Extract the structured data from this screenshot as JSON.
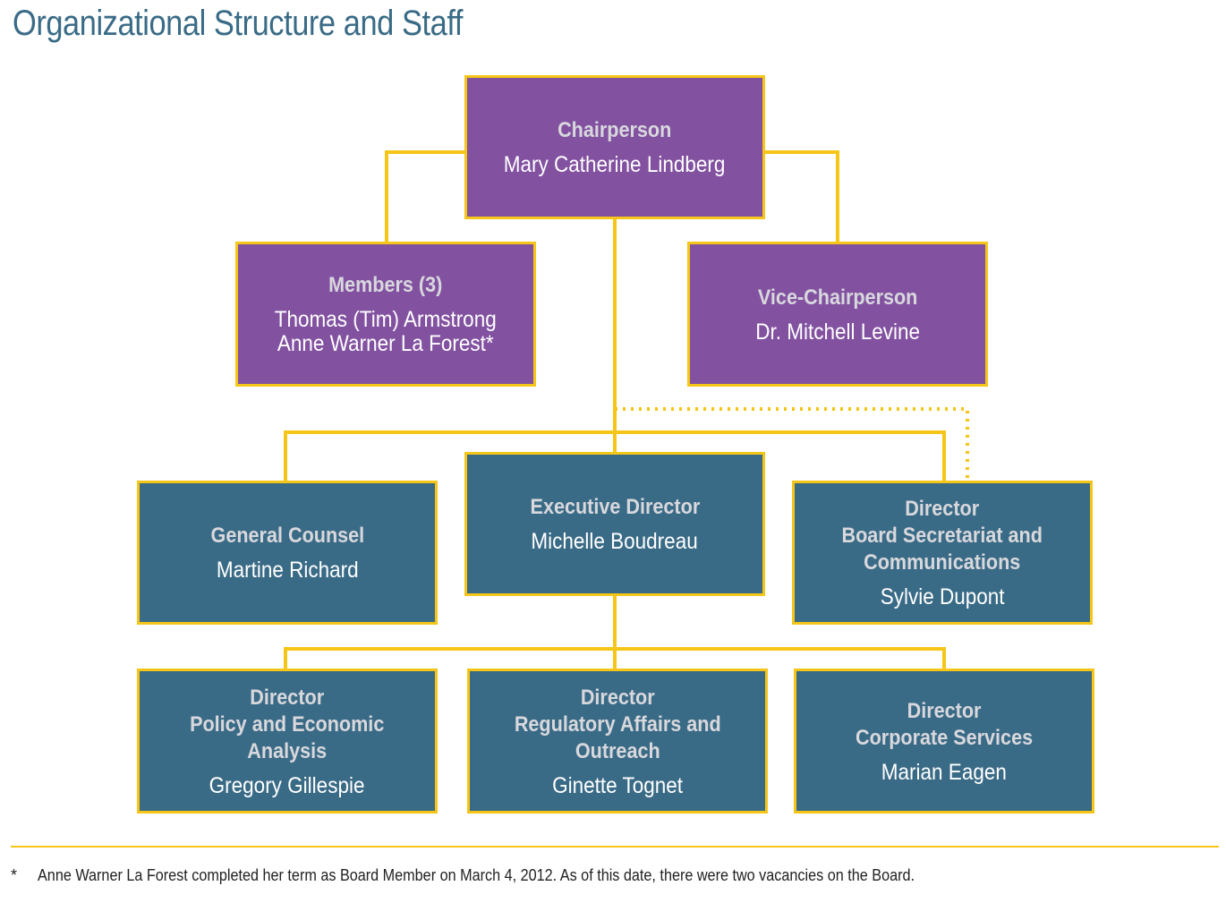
{
  "title": "Organizational Structure and Staff",
  "colors": {
    "title": "#3a6b86",
    "board_box": "#8252a1",
    "staff_box": "#3a6b86",
    "connector": "#f5c518"
  },
  "chart": {
    "chairperson": {
      "role": "Chairperson",
      "name": "Mary Catherine Lindberg"
    },
    "members": {
      "role": "Members (3)",
      "name": "Thomas (Tim) Armstrong\nAnne Warner La Forest*"
    },
    "vice_chair": {
      "role": "Vice-Chairperson",
      "name": "Dr. Mitchell Levine"
    },
    "general_counsel": {
      "role": "General Counsel",
      "name": "Martine Richard"
    },
    "executive_director": {
      "role": "Executive Director",
      "name": "Michelle Boudreau"
    },
    "board_secretariat": {
      "role": "Director\nBoard Secretariat and\nCommunications",
      "name": "Sylvie Dupont"
    },
    "policy_economic": {
      "role": "Director\nPolicy and Economic\nAnalysis",
      "name": "Gregory Gillespie"
    },
    "regulatory_affairs": {
      "role": "Director\nRegulatory Affairs and\nOutreach",
      "name": "Ginette Tognet"
    },
    "corporate_services": {
      "role": "Director\nCorporate Services",
      "name": "Marian Eagen"
    }
  },
  "footnote": {
    "mark": "*",
    "text": "Anne Warner La Forest completed her term as Board Member on March 4, 2012. As of this date, there were two vacancies on the Board."
  }
}
